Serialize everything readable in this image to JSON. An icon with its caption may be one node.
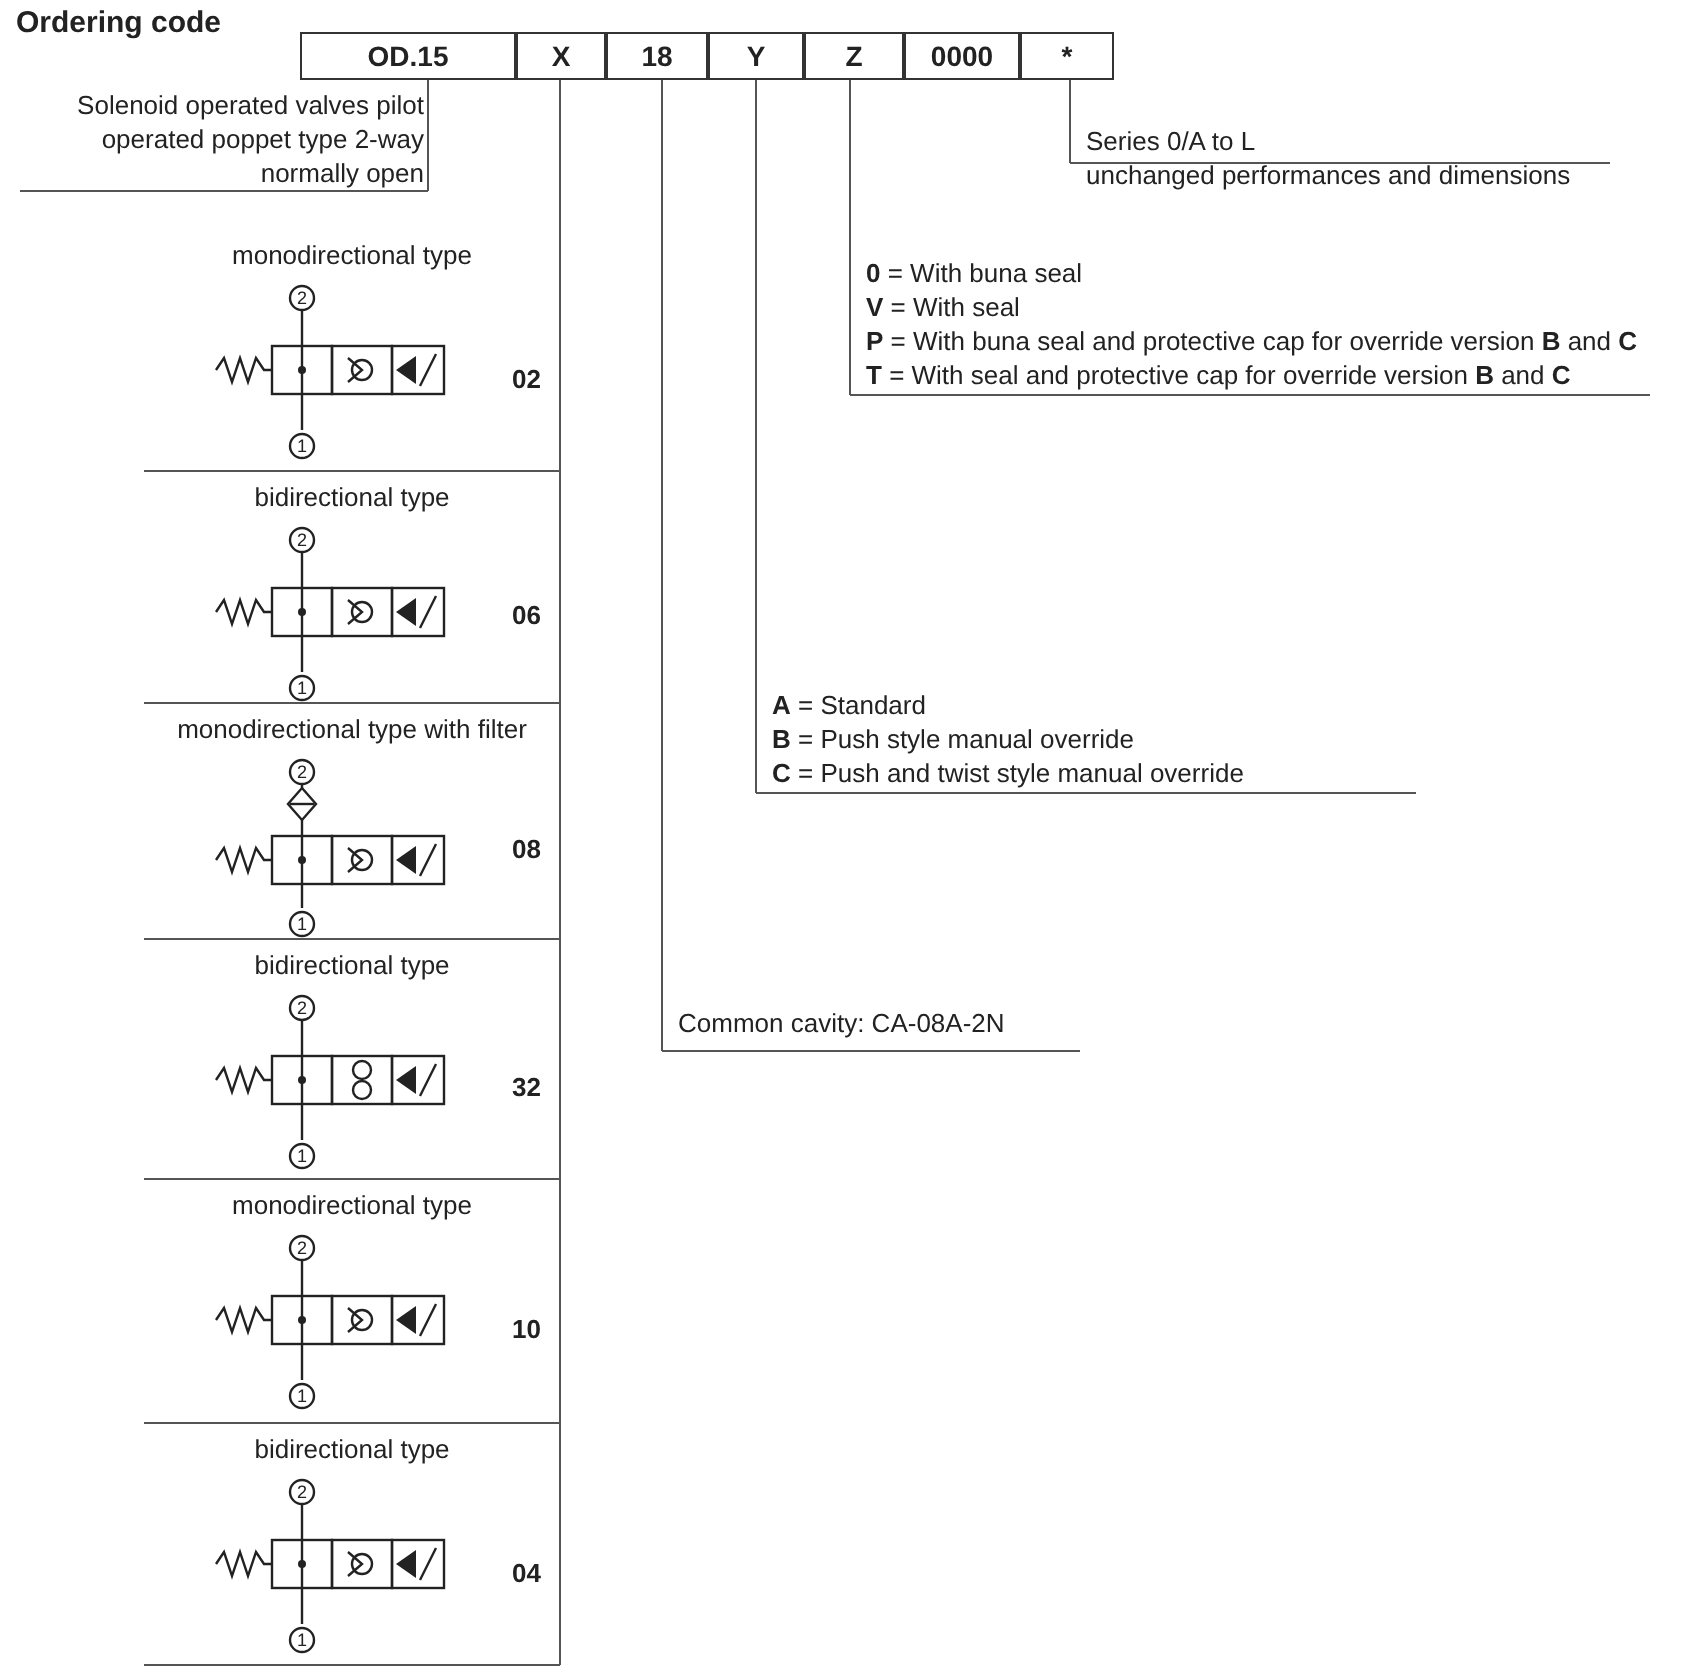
{
  "diagram": {
    "title": "Ordering code",
    "nodes": [
      {
        "text": [
          "OD.15"
        ]
      },
      {
        "text": [
          "X"
        ]
      },
      {
        "text": [
          "18"
        ]
      },
      {
        "text": [
          "Y"
        ]
      },
      {
        "text": [
          "Z"
        ]
      },
      {
        "text": [
          "0000"
        ]
      },
      {
        "text": [
          "*"
        ]
      },
      {
        "text": [
          "Solenoid operated valves pilot operated poppet type 2-way normally open"
        ]
      },
      {
        "text": [
          "Series 0/A to L",
          "unchanged performances and dimensions"
        ]
      },
      {
        "text": [
          "**0** = With buna seal",
          "**V** = With seal",
          "**P** = With buna seal and protective cap for override version **B** and **C**",
          "**T** = With seal and protective cap for override version **B** and **C**"
        ]
      },
      {
        "text": [
          "**A** = Standard",
          "**B** = Push style manual override",
          "**C** = Push and twist style manual override"
        ]
      },
      {
        "text": [
          "Common cavity: CA-08A-2N"
        ]
      },
      {
        "text": [
          "monodirectional type",
          "02"
        ]
      },
      {
        "text": [
          "bidirectional type",
          "06"
        ]
      },
      {
        "text": [
          "monodirectional type with filter",
          "08"
        ]
      },
      {
        "text": [
          "bidirectional type",
          "32"
        ]
      },
      {
        "text": [
          "monodirectional type",
          "10"
        ]
      },
      {
        "text": [
          "bidirectional type",
          "04"
        ]
      }
    ],
    "edges": [
      {
        "from": 0,
        "to": 7,
        "arrow": "none"
      },
      {
        "from": 6,
        "to": 8,
        "arrow": "none"
      },
      {
        "from": 4,
        "to": 9,
        "arrow": "none"
      },
      {
        "from": 3,
        "to": 10,
        "arrow": "none"
      },
      {
        "from": 2,
        "to": 11,
        "arrow": "none"
      },
      {
        "from": 1,
        "to": 12,
        "arrow": "none"
      },
      {
        "from": 1,
        "to": 13,
        "arrow": "none"
      },
      {
        "from": 1,
        "to": 14,
        "arrow": "none"
      },
      {
        "from": 1,
        "to": 15,
        "arrow": "none"
      },
      {
        "from": 1,
        "to": 16,
        "arrow": "none"
      },
      {
        "from": 1,
        "to": 17,
        "arrow": "none"
      }
    ],
    "labels": [
      "2",
      "1",
      "2",
      "1",
      "2",
      "1",
      "2",
      "1",
      "2",
      "1",
      "2",
      "1"
    ]
  }
}
